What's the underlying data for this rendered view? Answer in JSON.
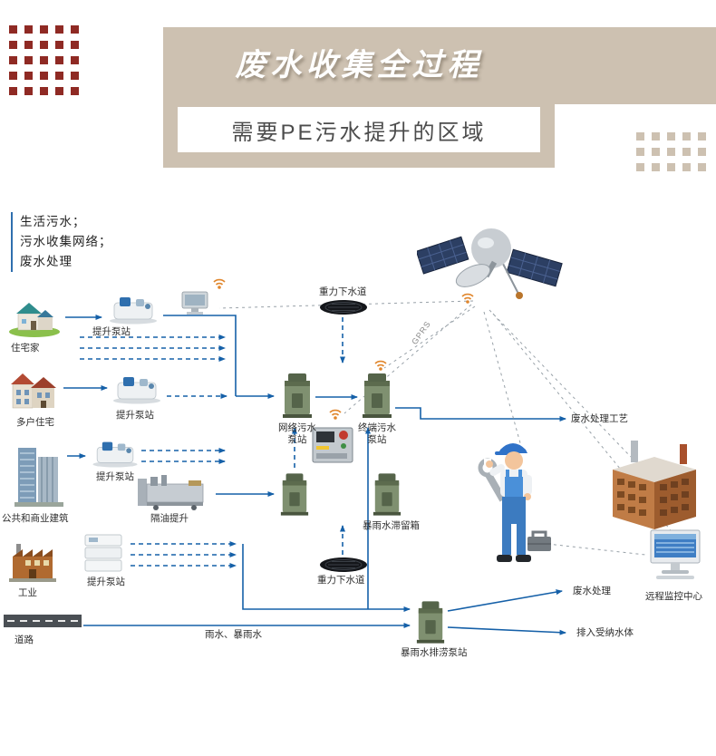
{
  "header": {
    "title": "废水收集全过程",
    "subtitle": "需要PE污水提升的区域"
  },
  "intro": {
    "lines": [
      "生活污水；",
      "污水收集网络；",
      "废水处理"
    ]
  },
  "labels": {
    "house": "住宅家",
    "lift_station": "提升泵站",
    "multi_family": "多户住宅",
    "public_commercial": "公共和商业建筑",
    "industry": "工业",
    "road": "道路",
    "grease_lift": "隔油提升",
    "gravity_sewer": "重力下水道",
    "network_pump": "网络污水泵站",
    "terminal_pump": "终端污水泵站",
    "storm_retention": "暴雨水滞留箱",
    "storm_drain_pump": "暴雨水排涝泵站",
    "rain_storm": "雨水、暴雨水",
    "gprs": "GPRS",
    "treatment_process": "废水处理工艺",
    "treatment": "废水处理",
    "receiving_water": "排入受纳水体",
    "monitor_center": "远程监控中心"
  },
  "colors": {
    "banner_tan": "#cdc1b1",
    "dot_red": "#8f2a24",
    "arrow_blue": "#1560a8",
    "link_gray": "#98a1a8"
  }
}
